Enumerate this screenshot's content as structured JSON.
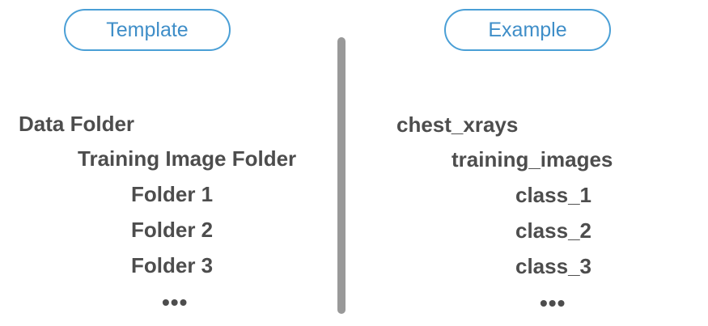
{
  "left_panel": {
    "heading": "Template",
    "lines": [
      "Data Folder",
      "Training Image Folder",
      "Folder 1",
      "Folder 2",
      "Folder 3"
    ],
    "ellipsis": "•••"
  },
  "right_panel": {
    "heading": "Example",
    "lines": [
      "chest_xrays",
      "training_images",
      "class_1",
      "class_2",
      "class_3"
    ],
    "ellipsis": "•••"
  },
  "colors": {
    "accent": "#4a9fd6",
    "text": "#4d4d4d",
    "divider": "#999999"
  }
}
